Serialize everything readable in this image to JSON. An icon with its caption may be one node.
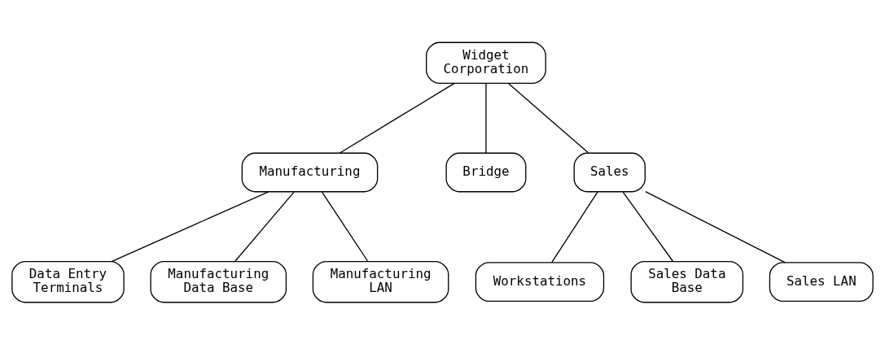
{
  "diagram": {
    "nodes": [
      {
        "text": [
          "Widget Corporation"
        ]
      },
      {
        "text": [
          "Manufacturing"
        ]
      },
      {
        "text": [
          "Bridge"
        ]
      },
      {
        "text": [
          "Sales"
        ]
      },
      {
        "text": [
          "Data Entry Terminals"
        ]
      },
      {
        "text": [
          "Manufacturing Data Base"
        ]
      },
      {
        "text": [
          "Manufacturing LAN"
        ]
      },
      {
        "text": [
          "Workstations"
        ]
      },
      {
        "text": [
          "Sales Data Base"
        ]
      },
      {
        "text": [
          "Sales LAN"
        ]
      }
    ],
    "edges": [
      {
        "from": 0,
        "to": 1,
        "arrow": "none"
      },
      {
        "from": 0,
        "to": 2,
        "arrow": "none"
      },
      {
        "from": 0,
        "to": 3,
        "arrow": "none"
      },
      {
        "from": 1,
        "to": 4,
        "arrow": "none"
      },
      {
        "from": 1,
        "to": 5,
        "arrow": "none"
      },
      {
        "from": 1,
        "to": 6,
        "arrow": "none"
      },
      {
        "from": 3,
        "to": 7,
        "arrow": "none"
      },
      {
        "from": 3,
        "to": 8,
        "arrow": "none"
      },
      {
        "from": 3,
        "to": 9,
        "arrow": "none"
      }
    ]
  }
}
